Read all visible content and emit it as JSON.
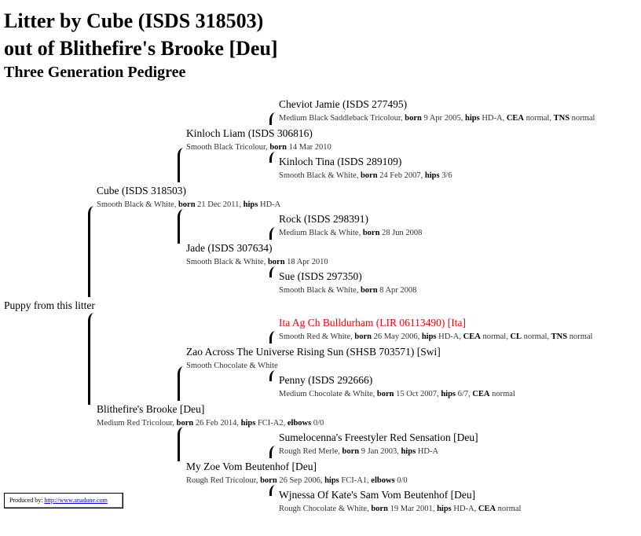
{
  "title_line1": "Litter by Cube (ISDS 318503)",
  "title_line2": "out of Blithefire's Brooke [Deu]",
  "subtitle": "Three Generation Pedigree",
  "puppy": "Puppy from this litter",
  "dogs": [
    {
      "name": "Cheviot Jamie (ISDS 277495)",
      "coat": "Medium Black Saddleback Tricolour",
      "facts": [
        [
          "born",
          "9 Apr 2005"
        ],
        [
          "hips",
          "HD-A"
        ],
        [
          "CEA",
          "normal"
        ],
        [
          "TNS",
          "normal"
        ]
      ]
    },
    {
      "name": "Kinloch Liam (ISDS 306816)",
      "coat": "Smooth Black Tricolour",
      "facts": [
        [
          "born",
          "14 Mar 2010"
        ]
      ]
    },
    {
      "name": "Kinloch Tina (ISDS 289109)",
      "coat": "Smooth Black & White",
      "facts": [
        [
          "born",
          "24 Feb 2007"
        ],
        [
          "hips",
          "3/6"
        ]
      ]
    },
    {
      "name": "Cube (ISDS 318503)",
      "coat": "Smooth Black & White",
      "facts": [
        [
          "born",
          "21 Dec 2011"
        ],
        [
          "hips",
          "HD-A"
        ]
      ]
    },
    {
      "name": "Rock (ISDS 298391)",
      "coat": "Medium Black & White",
      "facts": [
        [
          "born",
          "28 Jun 2008"
        ]
      ]
    },
    {
      "name": "Jade (ISDS 307634)",
      "coat": "Smooth Black & White",
      "facts": [
        [
          "born",
          "18 Apr 2010"
        ]
      ]
    },
    {
      "name": "Sue (ISDS 297350)",
      "coat": "Smooth Black & White",
      "facts": [
        [
          "born",
          "8 Apr 2008"
        ]
      ]
    },
    {
      "name": "Ita Ag Ch Bulldurham (LIR 06113490) [Ita]",
      "coat": "Smooth Red & White",
      "facts": [
        [
          "born",
          "26 May 2006"
        ],
        [
          "hips",
          "HD-A"
        ],
        [
          "CEA",
          "normal"
        ],
        [
          "CL",
          "normal"
        ],
        [
          "TNS",
          "normal"
        ]
      ],
      "highlight": "#ff0000"
    },
    {
      "name": "Zao Across The Universe Rising Sun (SHSB 703571) [Swi]",
      "coat": "Smooth Chocolate & White",
      "facts": []
    },
    {
      "name": "Penny (ISDS 292666)",
      "coat": "Medium Chocolate & White",
      "facts": [
        [
          "born",
          "15 Oct 2007"
        ],
        [
          "hips",
          "6/7"
        ],
        [
          "CEA",
          "normal"
        ]
      ]
    },
    {
      "name": "Blithefire's Brooke [Deu]",
      "coat": "Medium Red Tricolour",
      "facts": [
        [
          "born",
          "26 Feb 2014"
        ],
        [
          "hips",
          "FCI-A2"
        ],
        [
          "elbows",
          "0/0"
        ]
      ]
    },
    {
      "name": "Sumelocenna's Freestyler Red Sensation [Deu]",
      "coat": "Rough Red Merle",
      "facts": [
        [
          "born",
          "9 Jan 2003"
        ],
        [
          "hips",
          "HD-A"
        ]
      ]
    },
    {
      "name": "My Zoe Vom Beutenhof [Deu]",
      "coat": "Rough Red Tricolour",
      "facts": [
        [
          "born",
          "26 Sep 2006"
        ],
        [
          "hips",
          "FCI-A1"
        ],
        [
          "elbows",
          "0/0"
        ]
      ]
    },
    {
      "name": "Wjnessa Of Kate's Sam Vom Beutenhof [Deu]",
      "coat": "Rough Chocolate & White",
      "facts": [
        [
          "born",
          "19 Mar 2001"
        ],
        [
          "hips",
          "HD-A"
        ],
        [
          "CEA",
          "normal"
        ]
      ]
    }
  ],
  "footer": {
    "label": "Produced by:",
    "link": "http://www.anadune.com"
  }
}
